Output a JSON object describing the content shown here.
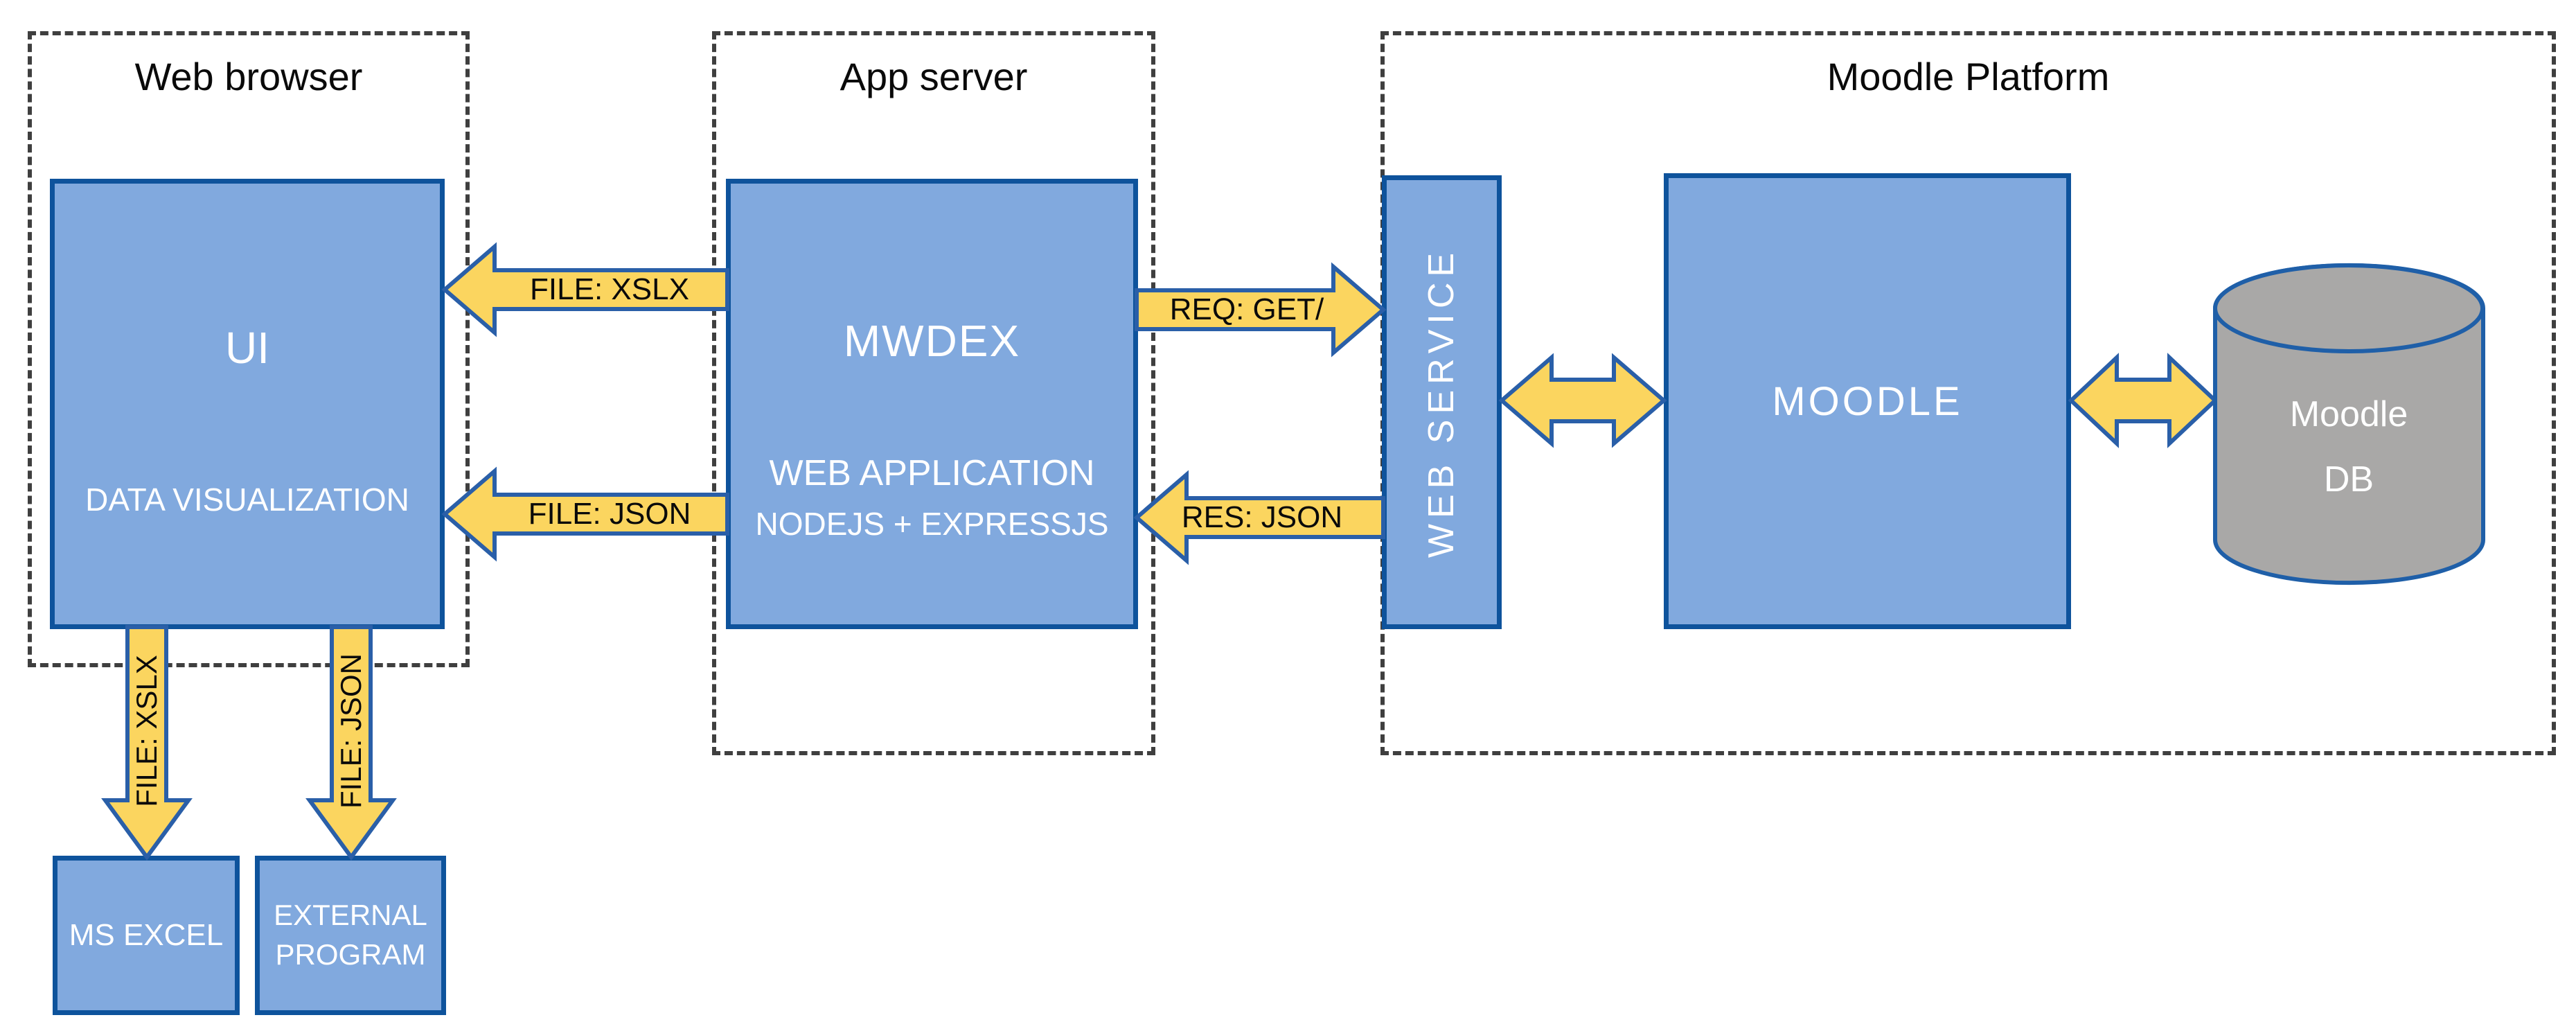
{
  "colors": {
    "box_fill": "#81A9DE",
    "box_border": "#0E539C",
    "box_text": "#FFFFFF",
    "arrow_fill": "#FBD55F",
    "arrow_border": "#2A5FA8",
    "cylinder_fill": "#A9A8A7",
    "cylinder_border": "#1F5FA8",
    "dashed_border": "#3F3F3F",
    "label_text": "#0A0A0A"
  },
  "sections": {
    "web_browser": {
      "title": "Web browser"
    },
    "app_server": {
      "title": "App server"
    },
    "moodle_platform": {
      "title": "Moodle Platform"
    }
  },
  "nodes": {
    "ui": {
      "title": "UI",
      "subtitle": "DATA VISUALIZATION"
    },
    "mwdex": {
      "title": "MWDEX",
      "subtitle": "WEB APPLICATION",
      "subtitle2": "NODEJS + EXPRESSJS"
    },
    "web_service": {
      "title": "WEB SERVICE"
    },
    "moodle": {
      "title": "MOODLE"
    },
    "moodle_db": {
      "line1": "Moodle",
      "line2": "DB"
    },
    "ms_excel": {
      "title": "MS EXCEL"
    },
    "external_program": {
      "line1": "EXTERNAL",
      "line2": "PROGRAM"
    }
  },
  "arrows": {
    "file_xslx_to_ui": {
      "label": "FILE: XSLX",
      "direction": "left"
    },
    "file_json_to_ui": {
      "label": "FILE: JSON",
      "direction": "left"
    },
    "req_get_to_webservice": {
      "label": "REQ: GET/",
      "direction": "right"
    },
    "res_json_to_mwdex": {
      "label": "RES: JSON",
      "direction": "left"
    },
    "file_xslx_to_msexcel": {
      "label": "FILE: XSLX",
      "direction": "down"
    },
    "file_json_to_external": {
      "label": "FILE: JSON",
      "direction": "down"
    },
    "webservice_moodle": {
      "direction": "both"
    },
    "moodle_moodledb": {
      "direction": "both"
    }
  }
}
